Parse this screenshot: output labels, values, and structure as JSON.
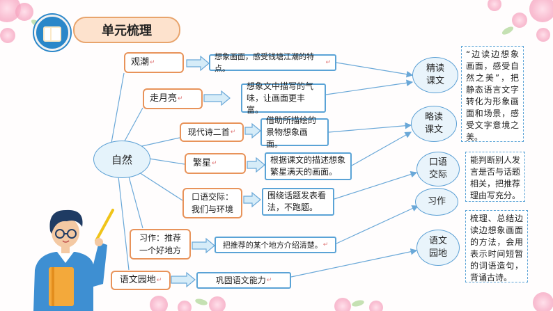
{
  "header": {
    "title": "单元梳理",
    "icon": "book-icon"
  },
  "center": "自然",
  "branches": [
    {
      "topic": "观潮",
      "detail": "想象画面，感受钱塘江潮的特点。"
    },
    {
      "topic": "走月亮",
      "detail": "想象文中描写的气味，让画面更丰富。"
    },
    {
      "topic": "现代诗二首",
      "detail": "借助所描绘的景物想象画面。"
    },
    {
      "topic": "繁星",
      "detail": "根据课文的描述想象繁星满天的画面。"
    },
    {
      "topic_line1": "口语交际：",
      "topic_line2": "我们与环境",
      "detail": "围绕话题发表看法，不跑题。"
    },
    {
      "topic_line1": "习作：推荐",
      "topic_line2": "一个好地方",
      "detail": "把推荐的某个地方介绍清楚。"
    },
    {
      "topic": "语文园地",
      "detail": "巩固语文能力"
    }
  ],
  "categories": [
    {
      "label1": "精读",
      "label2": "课文"
    },
    {
      "label1": "略读",
      "label2": "课文"
    },
    {
      "label1": "口语",
      "label2": "交际"
    },
    {
      "label": "习作"
    },
    {
      "label1": "语文",
      "label2": "园地"
    }
  ],
  "notes": [
    "“边读边想象画面，感受自然之美”，把静态语言文字转化为形象画面和场景，感受文字意境之美。",
    "能判断别人发言是否与话题相关，把推荐理由写充分。",
    "梳理、总结边读边想象画面的方法，会用表示时间短暂的词语造句，背诵古诗。"
  ],
  "colors": {
    "accent_orange": "#e8935a",
    "accent_blue": "#5aa3d6",
    "header_fill": "#fde2cd",
    "icon_blue": "#2a87c9"
  }
}
